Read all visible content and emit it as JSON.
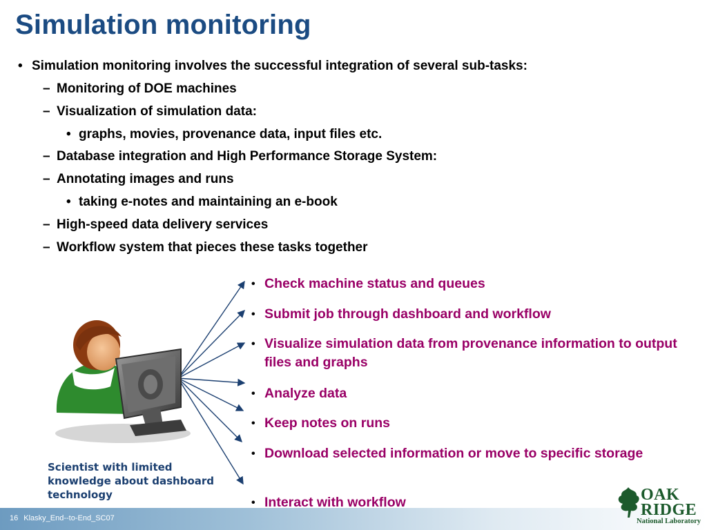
{
  "slide": {
    "title": "Simulation monitoring"
  },
  "outline": {
    "l1_marker": "•",
    "l2_marker": "–",
    "l3_marker": "•",
    "items": [
      {
        "text": "Simulation monitoring involves the successful integration of several sub-tasks:"
      },
      {
        "text": "Monitoring of DOE machines"
      },
      {
        "text": "Visualization of simulation data:"
      },
      {
        "text": "graphs, movies, provenance data, input files etc."
      },
      {
        "text": "Database integration and High Performance Storage System:"
      },
      {
        "text": "Annotating images and runs"
      },
      {
        "text": "taking e-notes and maintaining an e-book"
      },
      {
        "text": "High-speed data delivery services"
      },
      {
        "text": "Workflow system that pieces these tasks together"
      }
    ]
  },
  "capabilities": {
    "marker": "•",
    "items": [
      {
        "text": "Check machine status and queues"
      },
      {
        "text": "Submit job through dashboard and workflow"
      },
      {
        "text": "Visualize simulation data from provenance information to output files and graphs"
      },
      {
        "text": "Analyze data"
      },
      {
        "text": "Keep notes on runs"
      },
      {
        "text": "Download selected information or move to specific storage"
      },
      {
        "text": "Interact with workflow"
      }
    ]
  },
  "illustration": {
    "caption": "Scientist with limited knowledge about dashboard technology",
    "arrow_color": "#1b3f70",
    "hair_color": "#8b3a10",
    "shirt_color": "#2e8b2e",
    "monitor_color": "#5a5a5a"
  },
  "footer": {
    "page_number": "16",
    "label": "Klasky_End--to-End_SC07"
  },
  "logo": {
    "line1": "OAK",
    "line2": "RIDGE",
    "line3": "National Laboratory",
    "color": "#1c5a2c"
  },
  "colors": {
    "title": "#1b4b82",
    "capability_text": "#990066"
  }
}
